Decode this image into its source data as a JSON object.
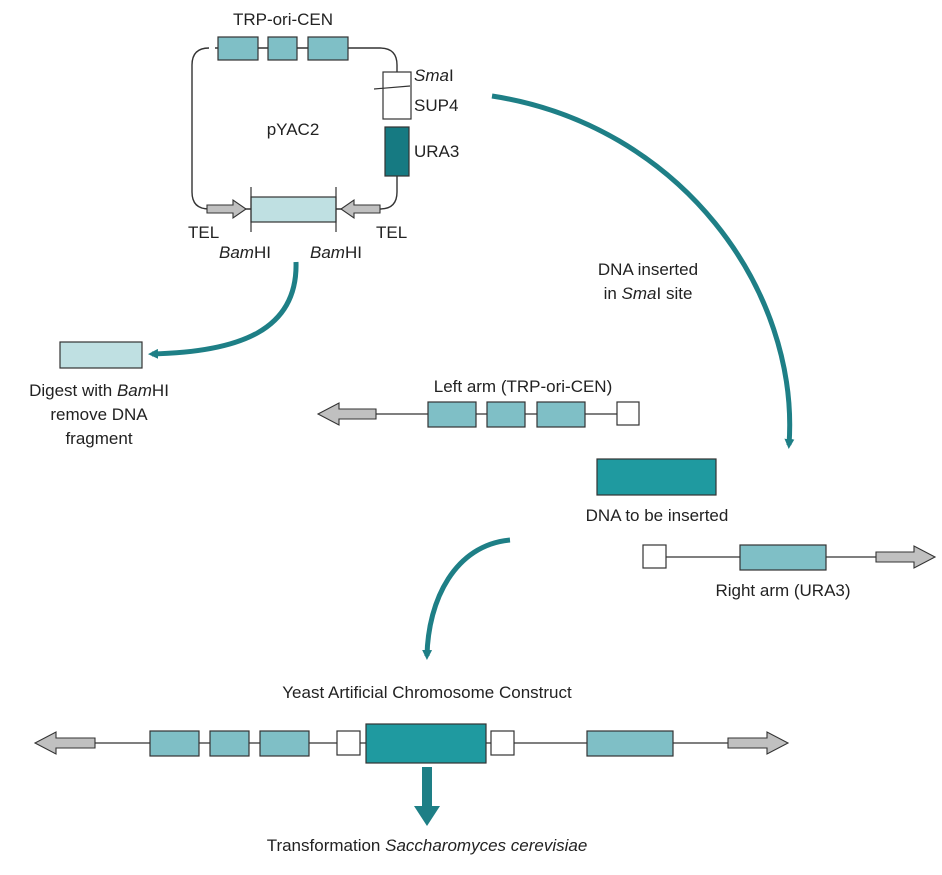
{
  "colors": {
    "teal_arrow": "#1e7f86",
    "light_teal_box": "#7fbfc6",
    "pale_fragment": "#bfe0e2",
    "insert_dna": "#1f9aa0",
    "ura3_box": "#167a82",
    "tel_arrow_fill": "#c0c0c0",
    "line": "#333333",
    "empty_box": "#ffffff"
  },
  "plasmid": {
    "name": "pYAC2",
    "top_label": "TRP-ori-CEN",
    "smai_italic": "Sma",
    "smai_suffix": "I",
    "sup4": "SUP4",
    "ura3": "URA3",
    "tel_left": "TEL",
    "tel_right": "TEL",
    "bamhi_left_italic": "Bam",
    "bamhi_left_suffix": "HI",
    "bamhi_right_italic": "Bam",
    "bamhi_right_suffix": "HI"
  },
  "digest": {
    "line1_prefix": "Digest with ",
    "line1_italic": "Bam",
    "line1_suffix": "HI",
    "line2": "remove DNA",
    "line3": "fragment"
  },
  "insert_note": {
    "line1": "DNA inserted",
    "line2_prefix": "in ",
    "line2_italic": "Sma",
    "line2_suffix": "I site"
  },
  "left_arm_label": "Left arm (TRP-ori-CEN)",
  "dna_insert_label": "DNA to be inserted",
  "right_arm_label": "Right arm (URA3)",
  "construct_title": "Yeast Artificial Chromosome Construct",
  "transformation": {
    "prefix": "Transformation ",
    "italic": "Saccharomyces cerevisiae"
  }
}
